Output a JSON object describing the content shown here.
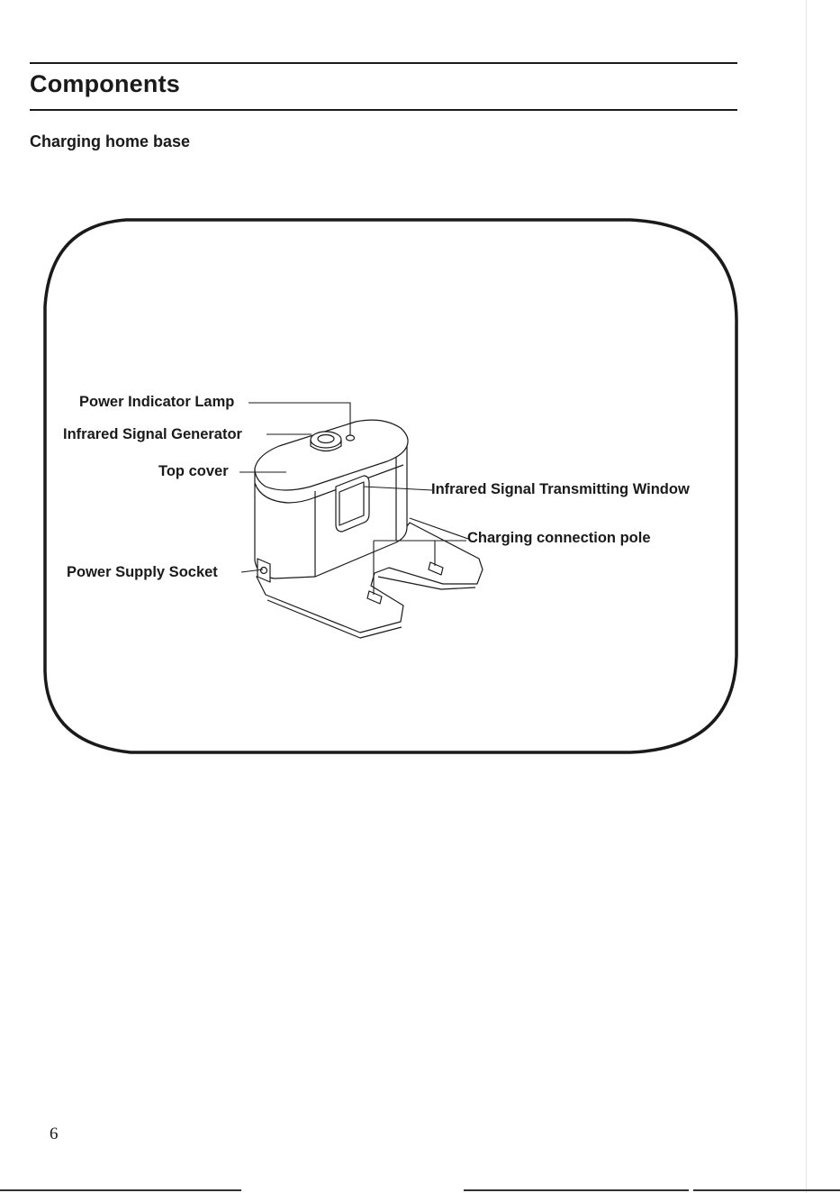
{
  "section": {
    "title": "Components"
  },
  "subsection": {
    "title": "Charging home base"
  },
  "diagram": {
    "labels": {
      "power_indicator_lamp": "Power Indicator Lamp",
      "infrared_signal_generator": "Infrared  Signal  Generator",
      "top_cover": "Top  cover",
      "power_supply_socket": "Power  Supply  Socket",
      "infrared_signal_transmitting_window": "Infrared Signal Transmitting Window",
      "charging_connection_pole": "Charging connection pole"
    }
  },
  "footer": {
    "page_number": "6"
  },
  "colors": {
    "ink": "#1a1a1a",
    "paper": "#ffffff"
  }
}
